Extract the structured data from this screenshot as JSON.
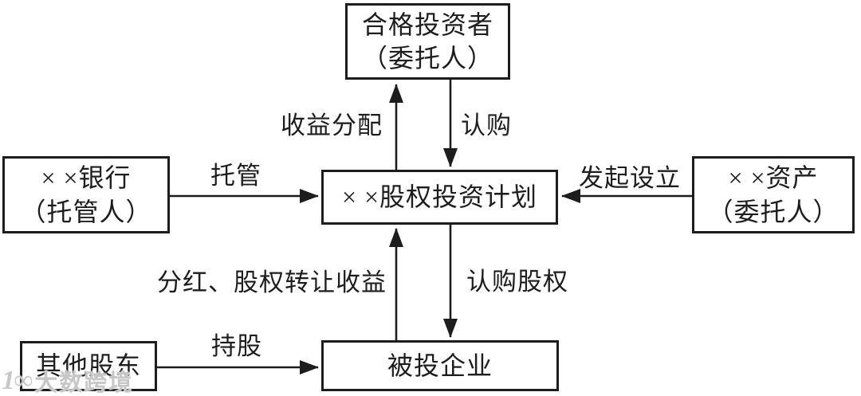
{
  "diagram": {
    "colors": {
      "background": "#ffffff",
      "line": "#1d1d1d",
      "text": "#1d1d1d",
      "watermark": "#b9b9b9"
    },
    "nodes": {
      "qualified_investor": {
        "line1": "合格投资者",
        "line2": "（委托人）"
      },
      "custodian_bank": {
        "line1": "× ×银行",
        "line2": "（托管人）"
      },
      "asset_manager": {
        "line1": "× ×资产",
        "line2": "（委托人）"
      },
      "equity_investment_plan": {
        "label": "× ×股权投资计划"
      },
      "other_shareholders": {
        "label": "其他股东"
      },
      "investee_company": {
        "label": "被投企业"
      }
    },
    "edge_labels": {
      "income_distribution": "收益分配",
      "subscribe": "认购",
      "custody": "托管",
      "initiate_establishment": "发起设立",
      "dividends_equity_transfer_income": "分红、股权转让收益",
      "subscribe_equity": "认购股权",
      "hold_shares": "持股"
    },
    "watermark": {
      "logo": "1∞",
      "text": "大数跨境"
    }
  }
}
